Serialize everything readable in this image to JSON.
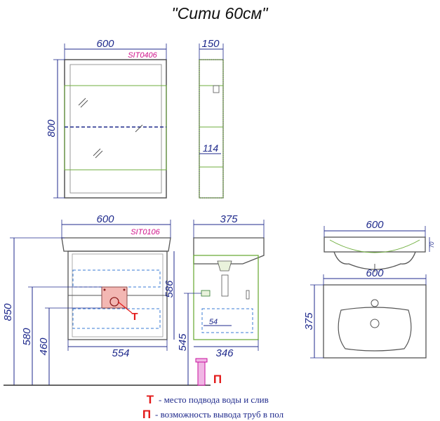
{
  "title": "\"Сити 60см\"",
  "mirror_cabinet": {
    "code": "SIT0406",
    "width": "600",
    "height": "800",
    "depth": "150",
    "inner_depth": "114"
  },
  "vanity": {
    "code": "SIT0106",
    "width": "600",
    "depth": "375",
    "height_total": "850",
    "height_580": "580",
    "height_460": "460",
    "inner_height": "586",
    "inner_width": "554",
    "pipe_height": "545",
    "inner_depth": "346",
    "drawer_offset": "54"
  },
  "sink": {
    "width_front": "600",
    "width_top": "600",
    "depth": "375",
    "thickness": "70"
  },
  "legend": {
    "t_symbol": "T",
    "t_text": "- место подвода воды и слив",
    "p_symbol": "П",
    "p_text": "- возможность вывода труб в пол"
  },
  "colors": {
    "dimension": "#1f2a8c",
    "code": "#d0128a",
    "outline": "#4a4a4a",
    "green_outline": "#6fae3d",
    "marker_red": "#e31a1a",
    "marker_magenta": "#c8129e",
    "inset_blue": "#3a7bd5"
  }
}
